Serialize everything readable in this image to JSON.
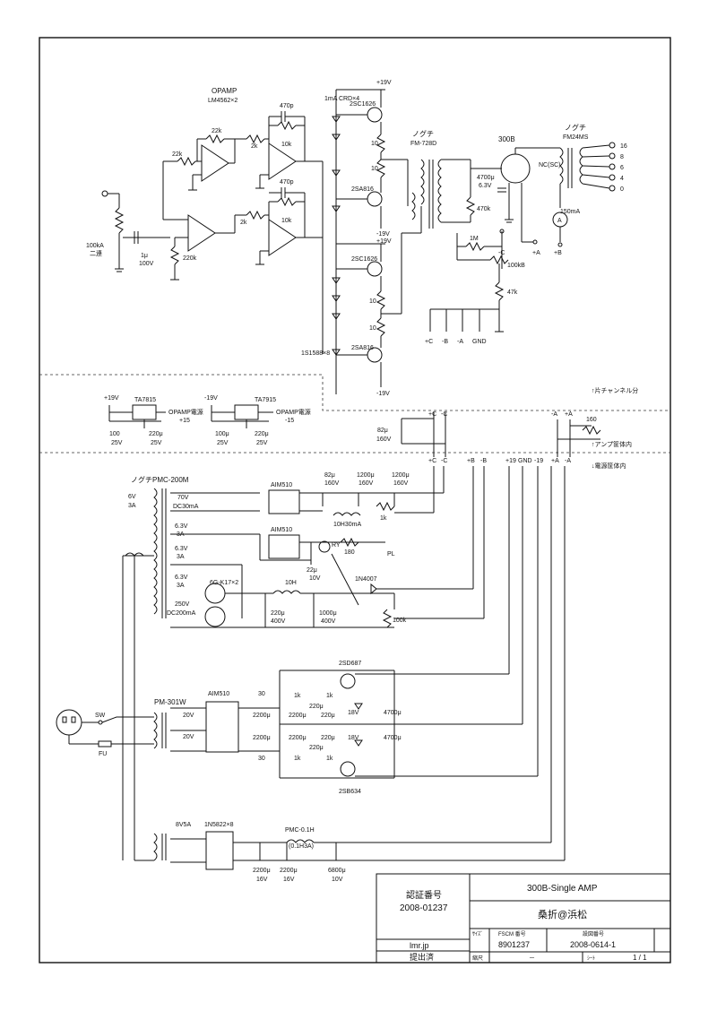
{
  "title_block": {
    "cert_label": "認証番号",
    "cert_number": "2008-01237",
    "site": "lmr.jp",
    "submitted": "提出済",
    "project": "300B-Single AMP",
    "author": "桑折@浜松",
    "size_label": "ｻｲｽﾞ",
    "fscm_label": "FSCM 番号",
    "fscm_value": "8901237",
    "drawing_label": "設図番号",
    "drawing_value": "2008-0614-1",
    "scale_label": "縮尺",
    "scale_value": "－",
    "sheet_label": "ｼｰﾄ",
    "sheet_value": "1 / 1"
  },
  "sections": {
    "channel_note": "↑片チャンネル分",
    "amp_chassis_note": "↑アンプ筐体内",
    "psu_chassis_note": "↓電源筐体内"
  },
  "amp": {
    "opamp_label": "OPAMP",
    "opamp_part": "LM4562×2",
    "crd_label": "1mA CRD×4",
    "input_vol": "100kA",
    "input_vol2": "二連",
    "cap_in": "1μ",
    "cap_in_v": "100V",
    "r220k": "220k",
    "r22k_a": "22k",
    "r22k_b": "22k",
    "r2k_a": "2k",
    "r2k_b": "2k",
    "r10k_a": "10k",
    "r10k_b": "10k",
    "c470p_a": "470p",
    "c470p_b": "470p",
    "q1": "2SC1626",
    "q2": "2SA816",
    "q3": "2SC1626",
    "q4": "2SA816",
    "r10_a": "10",
    "r10_b": "10",
    "r10_c": "10",
    "r10_d": "10",
    "diodes": "1S1588×8",
    "v_p19_a": "+19V",
    "v_m19_a": "-19V",
    "v_p19_b": "+19V",
    "v_m19_b": "-19V",
    "trans_maker": "ノグチ",
    "trans_part": "FM-728D",
    "tube": "300B",
    "out_maker": "ノグチ",
    "out_part": "FM24MS",
    "nc_label": "NC(SC)",
    "taps": [
      "16",
      "8",
      "6",
      "4",
      "0"
    ],
    "cap_4700": "4700μ",
    "cap_4700_v": "6.3V",
    "r470k": "470k",
    "r1m": "1M",
    "vr100k": "100kB",
    "r47k": "47k",
    "meter": "150mA",
    "meter_symbol": "A",
    "term_minus_c": "-C",
    "term_plus_a": "+A",
    "term_plus_b": "+B",
    "bus_labels": [
      "+C",
      "-B",
      "-A",
      "GND"
    ]
  },
  "regulators": {
    "reg1_in": "+19V",
    "reg1_part": "TA7815",
    "reg1_out": "OPAMP電源",
    "reg1_out_v": "+15",
    "reg1_c1": "100",
    "reg1_c1v": "25V",
    "reg1_c2": "220μ",
    "reg1_c2v": "25V",
    "reg2_in": "-19V",
    "reg2_part": "TA7915",
    "reg2_out": "OPAMP電源",
    "reg2_out_v": "-15",
    "reg2_c1": "100μ",
    "reg2_c1v": "25V",
    "reg2_c2": "220μ",
    "reg2_c2v": "25V"
  },
  "connector_row": {
    "cap": "82μ",
    "cap_v": "160V",
    "top_labels": [
      "+C",
      "-C",
      "-A",
      "+A"
    ],
    "bottom_labels": [
      "+C",
      "-C",
      "+B",
      "-B",
      "+19",
      "GND",
      "-19",
      "+A",
      "-A"
    ],
    "r160": "160"
  },
  "psu": {
    "trans1": "ノグチPMC-200M",
    "t1_primary": "6V",
    "t1_primary_a": "3A",
    "t1_70v": "70V",
    "t1_70v_dc": "DC30mA",
    "t1_63v_a": "6.3V",
    "t1_63v_a_a": "3A",
    "t1_63v_b": "6.3V",
    "t1_63v_b_a": "3A",
    "t1_63v_c": "6.3V",
    "t1_63v_c_a": "3A",
    "t1_250v": "250V",
    "t1_250v_dc": "DC200mA",
    "bridge1": "AIM510",
    "bridge2": "AIM510",
    "bridge3": "AIM510",
    "c82": "82μ",
    "c82v": "160V",
    "c1200a": "1200μ",
    "c1200av": "160V",
    "c1200b": "1200μ",
    "c1200bv": "160V",
    "choke1": "10H30mA",
    "r1k": "1k",
    "relay": "RY",
    "r180": "180",
    "pl": "PL",
    "c22": "22μ",
    "c22v": "10V",
    "rect_tube": "6G-K17×2",
    "choke2": "10H",
    "diode_1n4007": "1N4007",
    "c220": "220μ",
    "c220v": "400V",
    "c1000": "1000μ",
    "c1000v": "400V",
    "r100k": "100k",
    "trans2": "PM-301W",
    "t2_20v_a": "20V",
    "t2_20v_b": "20V",
    "sw": "SW",
    "fu": "FU",
    "q5": "2SD687",
    "q6": "2SB634",
    "r30_a": "30",
    "r30_b": "30",
    "r1k_a": "1k",
    "r1k_b": "1k",
    "r1k_c": "1k",
    "r1k_d": "1k",
    "c2200_a": "2200μ",
    "c2200_b": "2200μ",
    "c2200_c": "2200μ",
    "c2200_d": "2200μ",
    "c220_a": "220μ",
    "c220_b": "220μ",
    "c220_c": "220μ",
    "c220_d": "220μ",
    "z18_a": "18V",
    "z18_b": "18V",
    "c4700_a": "4700μ",
    "c4700_b": "4700μ",
    "heater_v": "8V5A",
    "schottky": "1N5822×8",
    "choke3": "PMC-0.1H",
    "choke3_b": "(0.1H3A)",
    "c2200_e": "2200μ",
    "c2200_ev": "16V",
    "c2200_f": "2200μ",
    "c2200_fv": "16V",
    "c6800": "6800μ",
    "c6800v": "10V"
  }
}
